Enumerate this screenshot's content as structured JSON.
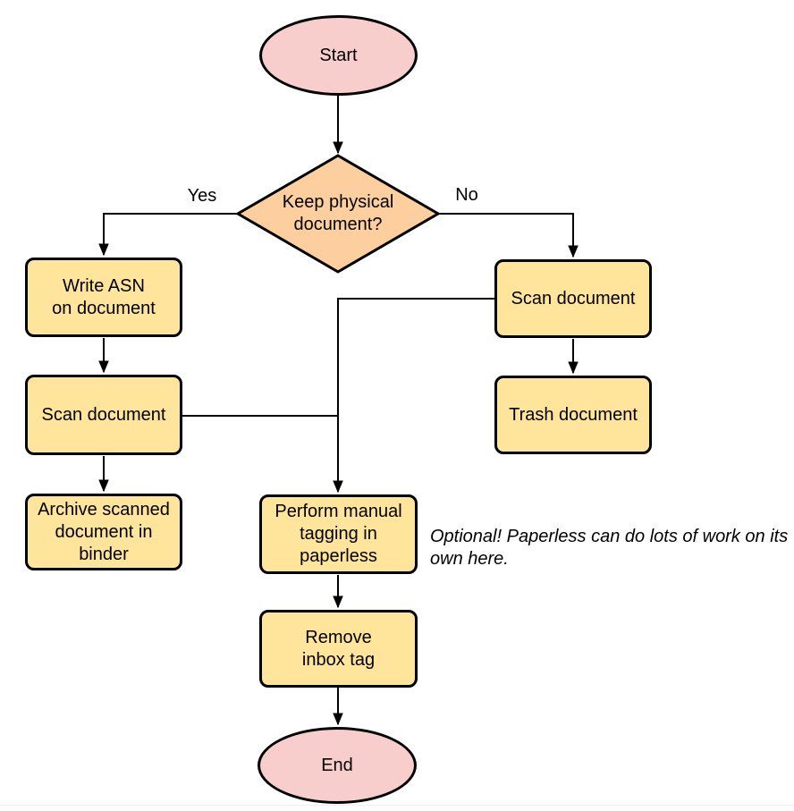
{
  "diagram": {
    "type": "flowchart",
    "nodes": {
      "start": {
        "label": "Start",
        "shape": "ellipse",
        "fill": "#f8cecc"
      },
      "decision_keep_physical": {
        "label": "Keep physical\ndocument?",
        "shape": "diamond",
        "fill": "#fdcf9f"
      },
      "write_asn": {
        "label": "Write ASN\non document",
        "shape": "process",
        "fill": "#ffe49c"
      },
      "scan_document_left": {
        "label": "Scan document",
        "shape": "process",
        "fill": "#ffe49c"
      },
      "archive_binder": {
        "label": "Archive scanned\ndocument in\nbinder",
        "shape": "process",
        "fill": "#ffe49c"
      },
      "scan_document_right": {
        "label": "Scan document",
        "shape": "process",
        "fill": "#ffe49c"
      },
      "trash_document": {
        "label": "Trash document",
        "shape": "process",
        "fill": "#ffe49c"
      },
      "perform_tagging": {
        "label": "Perform manual\ntagging in\npaperless",
        "shape": "process",
        "fill": "#ffe49c"
      },
      "remove_inbox_tag": {
        "label": "Remove\ninbox tag",
        "shape": "process",
        "fill": "#ffe49c"
      },
      "end": {
        "label": "End",
        "shape": "ellipse",
        "fill": "#f8cecc"
      }
    },
    "edge_labels": {
      "yes": "Yes",
      "no": "No"
    },
    "edges": [
      {
        "from": "start",
        "to": "decision_keep_physical",
        "label": ""
      },
      {
        "from": "decision_keep_physical",
        "to": "write_asn",
        "label": "Yes"
      },
      {
        "from": "decision_keep_physical",
        "to": "scan_document_right",
        "label": "No"
      },
      {
        "from": "write_asn",
        "to": "scan_document_left",
        "label": ""
      },
      {
        "from": "scan_document_left",
        "to": "archive_binder",
        "label": ""
      },
      {
        "from": "scan_document_left",
        "to": "perform_tagging",
        "label": ""
      },
      {
        "from": "scan_document_right",
        "to": "trash_document",
        "label": ""
      },
      {
        "from": "scan_document_right",
        "to": "perform_tagging",
        "label": ""
      },
      {
        "from": "perform_tagging",
        "to": "remove_inbox_tag",
        "label": ""
      },
      {
        "from": "remove_inbox_tag",
        "to": "end",
        "label": ""
      }
    ],
    "annotation": "Optional! Paperless can do lots of work on its own here.",
    "colors": {
      "terminal_fill": "#f8cecc",
      "decision_fill": "#fdcf9f",
      "process_fill": "#ffe49c",
      "stroke": "#000000",
      "background": "#ffffff"
    }
  }
}
